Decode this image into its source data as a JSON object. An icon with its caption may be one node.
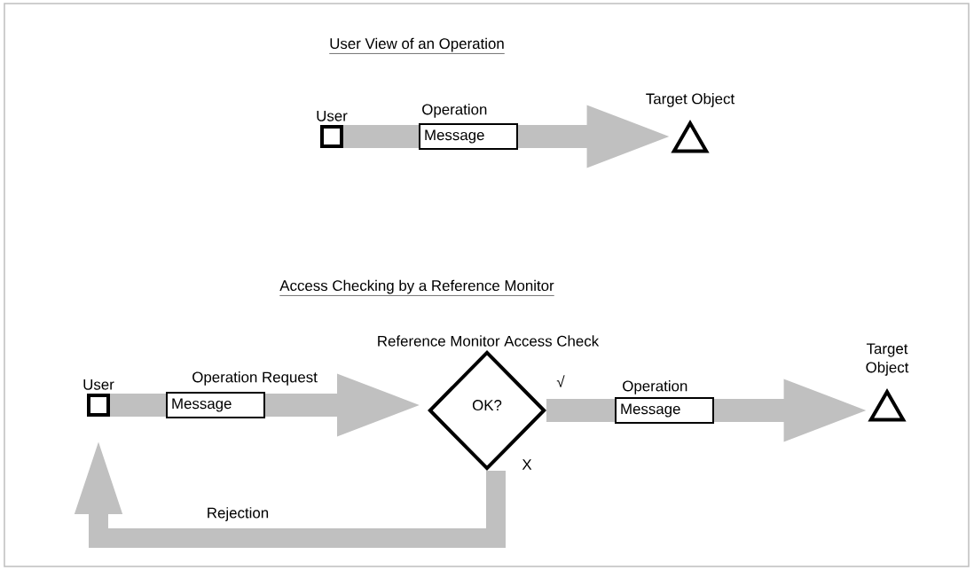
{
  "diagram": {
    "nodes": [
      {
        "text": [
          "User"
        ]
      },
      {
        "text": [
          "Message"
        ],
        "beside": [
          "Operation"
        ]
      },
      {
        "text": [
          "Target Object"
        ]
      },
      {
        "text": [
          "User"
        ]
      },
      {
        "text": [
          "Message"
        ],
        "beside": [
          "Operation Request"
        ]
      },
      {
        "text": [
          "OK?"
        ],
        "beside": [
          "Reference Monitor Access Check",
          "√",
          "X"
        ]
      },
      {
        "text": [
          "Message"
        ],
        "beside": [
          "Operation"
        ]
      },
      {
        "text": [
          "Target Object"
        ]
      }
    ],
    "edges": [
      {
        "from": 0,
        "to": 1,
        "arrow": "none"
      },
      {
        "from": 1,
        "to": 2,
        "arrow": "to"
      },
      {
        "from": 3,
        "to": 4,
        "arrow": "none"
      },
      {
        "from": 4,
        "to": 5,
        "arrow": "to"
      },
      {
        "from": 5,
        "to": 6,
        "arrow": "none"
      },
      {
        "from": 6,
        "to": 7,
        "arrow": "to"
      },
      {
        "from": 5,
        "to": 3,
        "arrow": "to",
        "label": "Rejection"
      }
    ],
    "labels": [
      "User View of an Operation",
      "Access Checking by a Reference Monitor"
    ]
  }
}
